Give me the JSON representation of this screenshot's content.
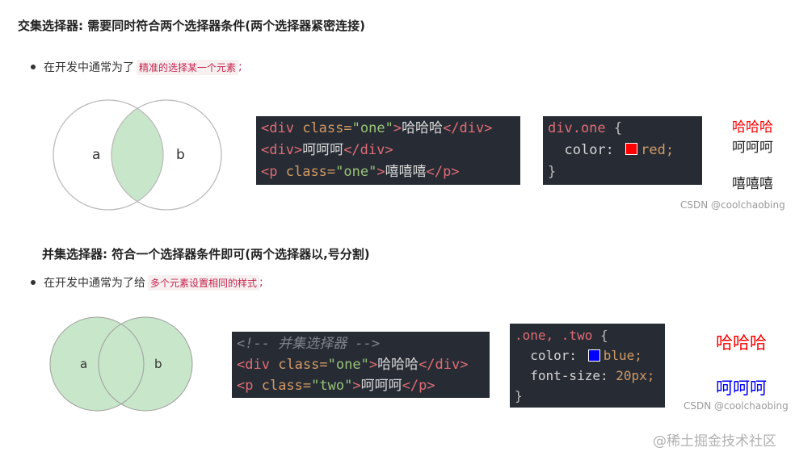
{
  "section1": {
    "heading": "交集选择器: 需要同时符合两个选择器条件(两个选择器紧密连接)",
    "bullet_text": "在开发中通常为了",
    "bullet_code": "精准的选择某一个元素",
    "bullet_tail": ";",
    "venn": {
      "label_a": "a",
      "label_b": "b",
      "highlight_color": "#c8e6c9"
    },
    "html_code": {
      "line1": {
        "open": "<div",
        "attr": "class=",
        "value": "\"one\"",
        "close": ">",
        "text": "哈哈哈",
        "end": "</div>"
      },
      "line2": {
        "open": "<div>",
        "text": "呵呵呵",
        "end": "</div>"
      },
      "line3": {
        "open": "<p",
        "attr": "class=",
        "value": "\"one\"",
        "close": ">",
        "text": "嘻嘻嘻",
        "end": "</p>"
      }
    },
    "css_code": {
      "selector": "div.one",
      "brace_open": "{",
      "property": "color:",
      "swatch_color": "#ff0000",
      "value": "red;",
      "brace_close": "}"
    },
    "output": {
      "line1": "哈哈哈",
      "line1_color": "#ff0000",
      "line2": "呵呵呵",
      "line2_color": "#222222",
      "line3": "嘻嘻嘻",
      "line3_color": "#222222"
    },
    "watermark": "CSDN @coolchaobing"
  },
  "section2": {
    "heading": "并集选择器: 符合一个选择器条件即可(两个选择器以,号分割)",
    "bullet_text": "在开发中通常为了给",
    "bullet_code": "多个元素设置相同的样式",
    "bullet_tail": ";",
    "venn": {
      "label_a": "a",
      "label_b": "b",
      "fill_color": "#c8e6c9"
    },
    "html_code": {
      "comment": "<!-- 并集选择器 -->",
      "line1": {
        "open": "<div",
        "attr": "class=",
        "value": "\"one\"",
        "close": ">",
        "text": "哈哈哈",
        "end": "</div>"
      },
      "line2": {
        "open": "<p",
        "attr": "class=",
        "value": "\"two\"",
        "close": ">",
        "text": "呵呵呵",
        "end": "</p>"
      }
    },
    "css_code": {
      "selector": ".one, .two",
      "brace_open": "{",
      "prop1": "color:",
      "swatch_color": "#0000ff",
      "val1": "blue;",
      "prop2": "font-size:",
      "val2": "20px;",
      "brace_close": "}"
    },
    "output": {
      "line1": "哈哈哈",
      "line1_color": "#ff0000",
      "line2": "呵呵呵",
      "line2_color": "#0000ff"
    },
    "watermark": "CSDN @coolchaobing"
  },
  "footer_watermark": "@稀土掘金技术社区"
}
